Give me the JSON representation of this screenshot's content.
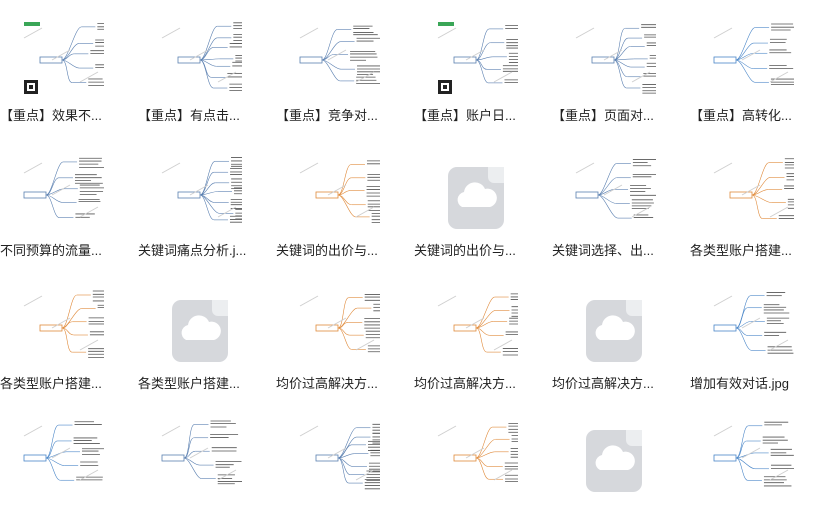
{
  "files": [
    {
      "caption": "【重点】效果不...",
      "kind": "mindmap-qr"
    },
    {
      "caption": "【重点】有点击...",
      "kind": "mindmap-dense"
    },
    {
      "caption": "【重点】竞争对...",
      "kind": "mindmap-wide"
    },
    {
      "caption": "【重点】账户日...",
      "kind": "mindmap-qr"
    },
    {
      "caption": "【重点】页面对...",
      "kind": "mindmap-dense"
    },
    {
      "caption": "【重点】高转化...",
      "kind": "mindmap-blue"
    },
    {
      "caption": "不同预算的流量...",
      "kind": "mindmap-wide"
    },
    {
      "caption": "关键词痛点分析.j...",
      "kind": "mindmap-dense"
    },
    {
      "caption": "关键词的出价与...",
      "kind": "mindmap-orange"
    },
    {
      "caption": "关键词的出价与...",
      "kind": "cloud"
    },
    {
      "caption": "关键词选择、出...",
      "kind": "mindmap-wide"
    },
    {
      "caption": "各类型账户搭建...",
      "kind": "mindmap-orange"
    },
    {
      "caption": "各类型账户搭建...",
      "kind": "mindmap-orange"
    },
    {
      "caption": "各类型账户搭建...",
      "kind": "cloud"
    },
    {
      "caption": "均价过高解决方...",
      "kind": "mindmap-orange"
    },
    {
      "caption": "均价过高解决方...",
      "kind": "mindmap-orange"
    },
    {
      "caption": "均价过高解决方...",
      "kind": "cloud"
    },
    {
      "caption": "增加有效对话.jpg",
      "kind": "mindmap-blue"
    },
    {
      "caption": "",
      "kind": "mindmap-blue"
    },
    {
      "caption": "",
      "kind": "mindmap-wide"
    },
    {
      "caption": "",
      "kind": "mindmap-dense"
    },
    {
      "caption": "",
      "kind": "mindmap-orange"
    },
    {
      "caption": "",
      "kind": "cloud"
    },
    {
      "caption": "",
      "kind": "mindmap-blue"
    }
  ],
  "colors": {
    "accent": "#4a86c8",
    "orange": "#e08a3a",
    "green": "#3aa657",
    "cloud": "#d6d8dc"
  }
}
